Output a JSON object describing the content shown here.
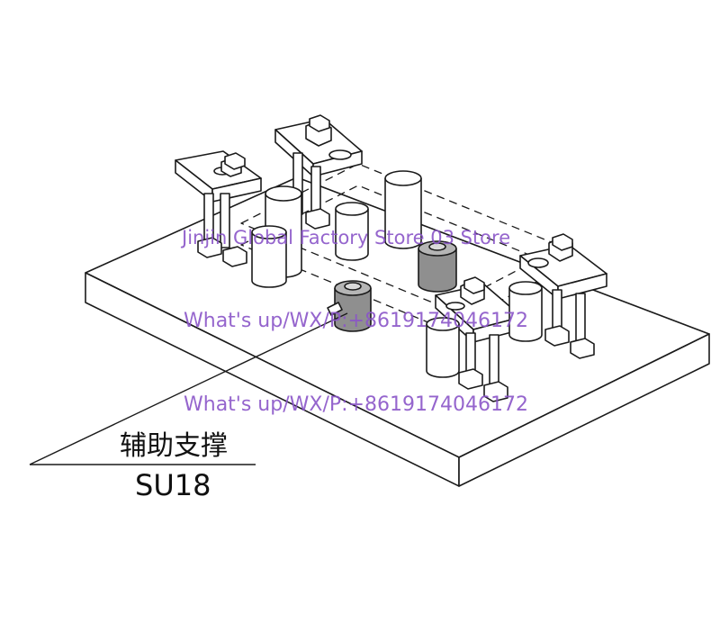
{
  "callout": {
    "name_cn": "辅助支撑",
    "code": "SU18"
  },
  "watermarks": {
    "store": "Jinjin Global Factory Store 03 Store",
    "contact_1": "What's up/WX/P:+8619174046172",
    "contact_2": "What's up/WX/P:+8619174046172"
  },
  "colors": {
    "line": "#1a1a1a",
    "support_fill": "#8f8f8f",
    "watermark": "#8a55c8"
  }
}
